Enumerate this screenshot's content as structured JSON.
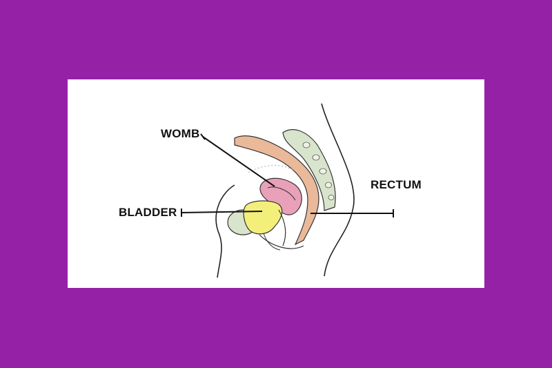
{
  "labels": {
    "womb": "WOMB",
    "bladder": "BLADDER",
    "rectum": "RECTUM"
  },
  "colors": {
    "background": "#9421a6",
    "panel": "#ffffff",
    "womb": "#e8a1b8",
    "bladder": "#f4ef7a",
    "rectum": "#eab99a",
    "bone": "#d8e4cc",
    "outline": "#222222"
  }
}
